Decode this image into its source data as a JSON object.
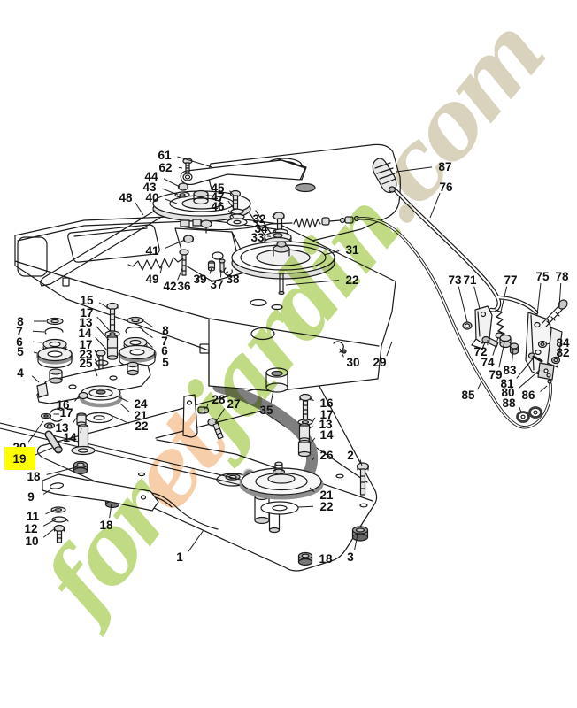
{
  "watermark": {
    "text": "foretjardin.com",
    "letters": [
      [
        "f",
        "#b5d56e"
      ],
      [
        "o",
        "#b5d56e"
      ],
      [
        "r",
        "#b5d56e"
      ],
      [
        "e",
        "#f5c69b"
      ],
      [
        "t",
        "#f5c69b"
      ],
      [
        "j",
        "#b5d56e"
      ],
      [
        "a",
        "#b5d56e"
      ],
      [
        "r",
        "#b5d56e"
      ],
      [
        "d",
        "#b5d56e"
      ],
      [
        "i",
        "#b5d56e"
      ],
      [
        "n",
        "#b5d56e"
      ],
      [
        ".",
        "#d3ccb2"
      ],
      [
        "c",
        "#d3ccb2"
      ],
      [
        "o",
        "#d3ccb2"
      ],
      [
        "m",
        "#d3ccb2"
      ]
    ]
  },
  "style": {
    "highlight": "#ffff00",
    "leader": "#1c1c1c",
    "label_color": "#111111"
  },
  "highlighted_part": "19",
  "diagram": {
    "labels": [
      [
        "61",
        186,
        175,
        240,
        189
      ],
      [
        "62",
        187,
        189,
        206,
        190
      ],
      [
        "44",
        171,
        199,
        203,
        211
      ],
      [
        "43",
        169,
        211,
        201,
        220
      ],
      [
        "40",
        172,
        223,
        200,
        230
      ],
      [
        "48",
        142,
        223,
        162,
        243
      ],
      [
        "45",
        246,
        212,
        264,
        221
      ],
      [
        "47",
        246,
        222,
        265,
        237
      ],
      [
        "46",
        246,
        233,
        264,
        246
      ],
      [
        "87",
        503,
        188,
        448,
        194
      ],
      [
        "76",
        504,
        211,
        486,
        246
      ],
      [
        "32",
        293,
        247,
        311,
        242
      ],
      [
        "34",
        295,
        258,
        312,
        262
      ],
      [
        "33",
        291,
        268,
        302,
        267
      ],
      [
        "31",
        398,
        282,
        366,
        288
      ],
      [
        "22",
        398,
        316,
        323,
        322
      ],
      [
        "41",
        172,
        283,
        209,
        271
      ],
      [
        "49",
        172,
        315,
        183,
        301
      ],
      [
        "42",
        192,
        323,
        206,
        303
      ],
      [
        "36",
        208,
        323,
        228,
        310
      ],
      [
        "39",
        226,
        315,
        239,
        303
      ],
      [
        "37",
        245,
        321,
        250,
        305
      ],
      [
        "38",
        263,
        315,
        258,
        307
      ],
      [
        "29",
        429,
        409,
        443,
        386
      ],
      [
        "30",
        399,
        409,
        384,
        394
      ],
      [
        "35",
        301,
        463,
        309,
        441
      ],
      [
        "15",
        98,
        339,
        124,
        349
      ],
      [
        "17",
        98,
        353,
        124,
        374
      ],
      [
        "13",
        97,
        364,
        123,
        384
      ],
      [
        "14",
        96,
        376,
        122,
        397
      ],
      [
        "17",
        97,
        389,
        113,
        408
      ],
      [
        "23",
        97,
        400,
        112,
        416
      ],
      [
        "25",
        97,
        410,
        110,
        425
      ],
      [
        "8",
        23,
        363,
        52,
        363
      ],
      [
        "7",
        22,
        374,
        50,
        375
      ],
      [
        "6",
        22,
        386,
        48,
        387
      ],
      [
        "5",
        23,
        397,
        42,
        399
      ],
      [
        "8",
        187,
        373,
        161,
        362
      ],
      [
        "7",
        186,
        385,
        161,
        373
      ],
      [
        "6",
        186,
        396,
        165,
        386
      ],
      [
        "5",
        187,
        409,
        174,
        398
      ],
      [
        "4",
        23,
        421,
        44,
        432
      ],
      [
        "16",
        71,
        457,
        89,
        448
      ],
      [
        "17",
        75,
        466,
        67,
        468
      ],
      [
        "13",
        70,
        483,
        88,
        470
      ],
      [
        "14",
        79,
        494,
        92,
        484
      ],
      [
        "24",
        159,
        456,
        135,
        449
      ],
      [
        "21",
        159,
        469,
        136,
        456
      ],
      [
        "22",
        160,
        481,
        127,
        470
      ],
      [
        "20",
        22,
        505,
        49,
        476
      ],
      [
        "19",
        22,
        518,
        59,
        506,
        1
      ],
      [
        "18",
        38,
        538,
        86,
        528
      ],
      [
        "9",
        35,
        561,
        56,
        554
      ],
      [
        "11",
        37,
        583,
        62,
        576
      ],
      [
        "12",
        35,
        597,
        63,
        587
      ],
      [
        "10",
        36,
        611,
        62,
        597
      ],
      [
        "18",
        120,
        593,
        126,
        569
      ],
      [
        "1",
        203,
        629,
        230,
        599
      ],
      [
        "28",
        247,
        451,
        233,
        462
      ],
      [
        "27",
        264,
        456,
        243,
        478
      ],
      [
        "16",
        369,
        455,
        351,
        450
      ],
      [
        "17",
        369,
        468,
        353,
        477
      ],
      [
        "13",
        368,
        479,
        350,
        484
      ],
      [
        "14",
        369,
        491,
        351,
        501
      ],
      [
        "26",
        369,
        514,
        353,
        520
      ],
      [
        "2",
        396,
        514,
        409,
        526
      ],
      [
        "21",
        369,
        559,
        350,
        551
      ],
      [
        "22",
        369,
        572,
        337,
        573
      ],
      [
        "18",
        368,
        631,
        353,
        630
      ],
      [
        "3",
        396,
        629,
        404,
        604
      ],
      [
        "73",
        514,
        316,
        528,
        364
      ],
      [
        "71",
        531,
        316,
        542,
        349
      ],
      [
        "77",
        577,
        316,
        566,
        352
      ],
      [
        "75",
        613,
        312,
        607,
        356
      ],
      [
        "78",
        635,
        312,
        632,
        347
      ],
      [
        "72",
        543,
        397,
        551,
        384
      ],
      [
        "74",
        551,
        409,
        563,
        381
      ],
      [
        "79",
        560,
        423,
        570,
        386
      ],
      [
        "83",
        576,
        418,
        580,
        394
      ],
      [
        "84",
        636,
        387,
        618,
        389
      ],
      [
        "82",
        636,
        398,
        630,
        404
      ],
      [
        "81",
        573,
        433,
        603,
        404
      ],
      [
        "80",
        574,
        443,
        610,
        418
      ],
      [
        "86",
        597,
        446,
        618,
        436
      ],
      [
        "85",
        529,
        446,
        544,
        431
      ],
      [
        "88",
        575,
        455,
        589,
        466
      ]
    ]
  }
}
